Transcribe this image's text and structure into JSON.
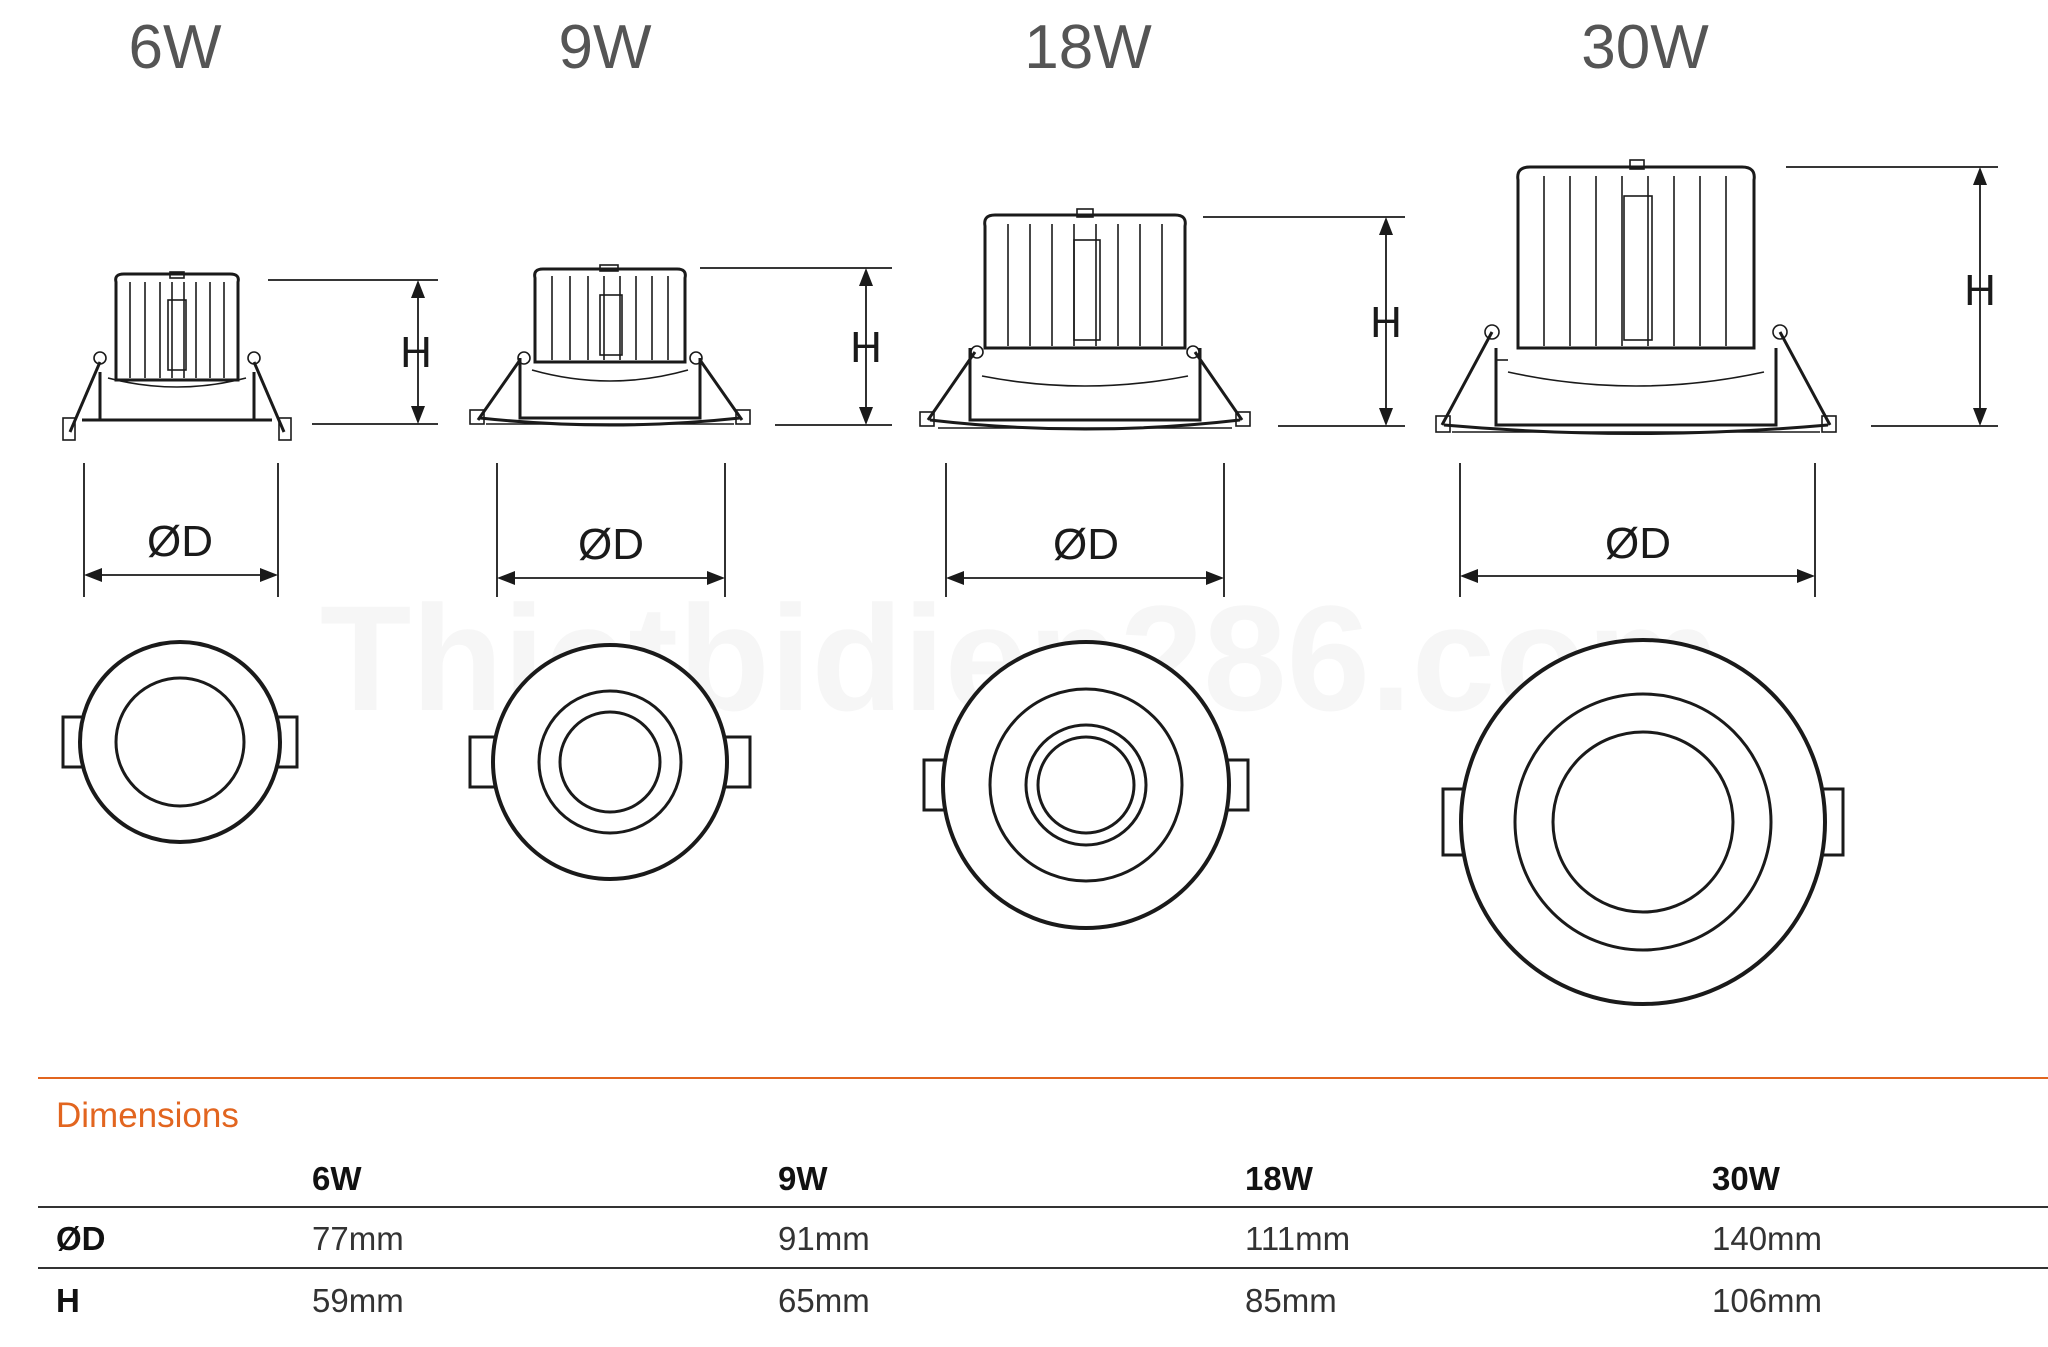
{
  "products": [
    {
      "power": "6W"
    },
    {
      "power": "9W"
    },
    {
      "power": "18W"
    },
    {
      "power": "30W"
    }
  ],
  "labels": {
    "height": "H",
    "diameter": "ØD"
  },
  "watermark": "Thietbidien286.com",
  "table": {
    "title": "Dimensions",
    "columns": [
      "6W",
      "9W",
      "18W",
      "30W"
    ],
    "rows": [
      {
        "label": "ØD",
        "values": [
          "77mm",
          "91mm",
          "111mm",
          "140mm"
        ]
      },
      {
        "label": "H",
        "values": [
          "59mm",
          "65mm",
          "85mm",
          "106mm"
        ]
      }
    ]
  },
  "colors": {
    "accent": "#e2651f",
    "line": "#1a1a1a",
    "title": "#555555"
  }
}
